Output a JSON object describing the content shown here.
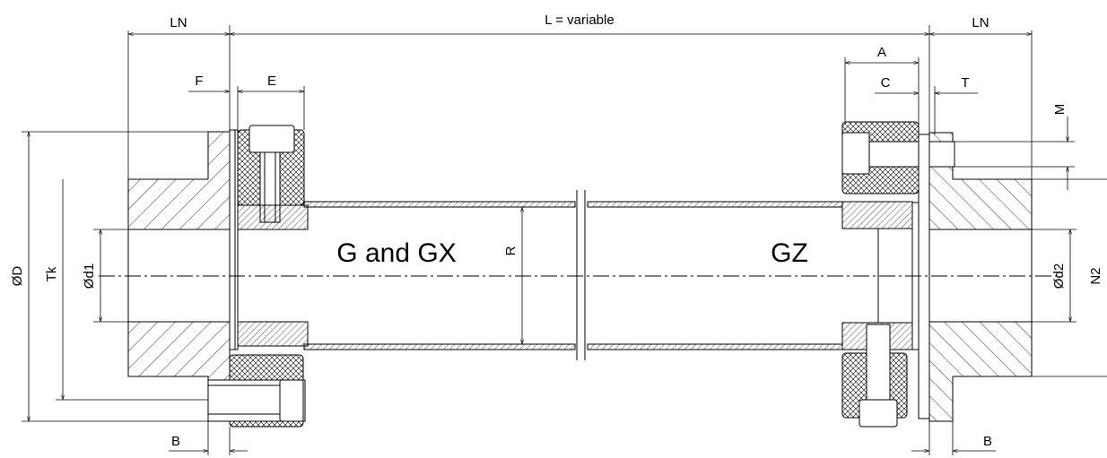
{
  "labels": {
    "ln_left": "LN",
    "ln_right": "LN",
    "l_variable": "L = variable",
    "f": "F",
    "e": "E",
    "a": "A",
    "c": "C",
    "t": "T",
    "m": "M",
    "od": "ØD",
    "tk": "Tk",
    "od1": "Ød1",
    "r": "R",
    "od2": "Ød2",
    "n2": "N2",
    "b_left": "B",
    "b_right": "B"
  },
  "titles": {
    "left": "G and GX",
    "right": "GZ"
  }
}
